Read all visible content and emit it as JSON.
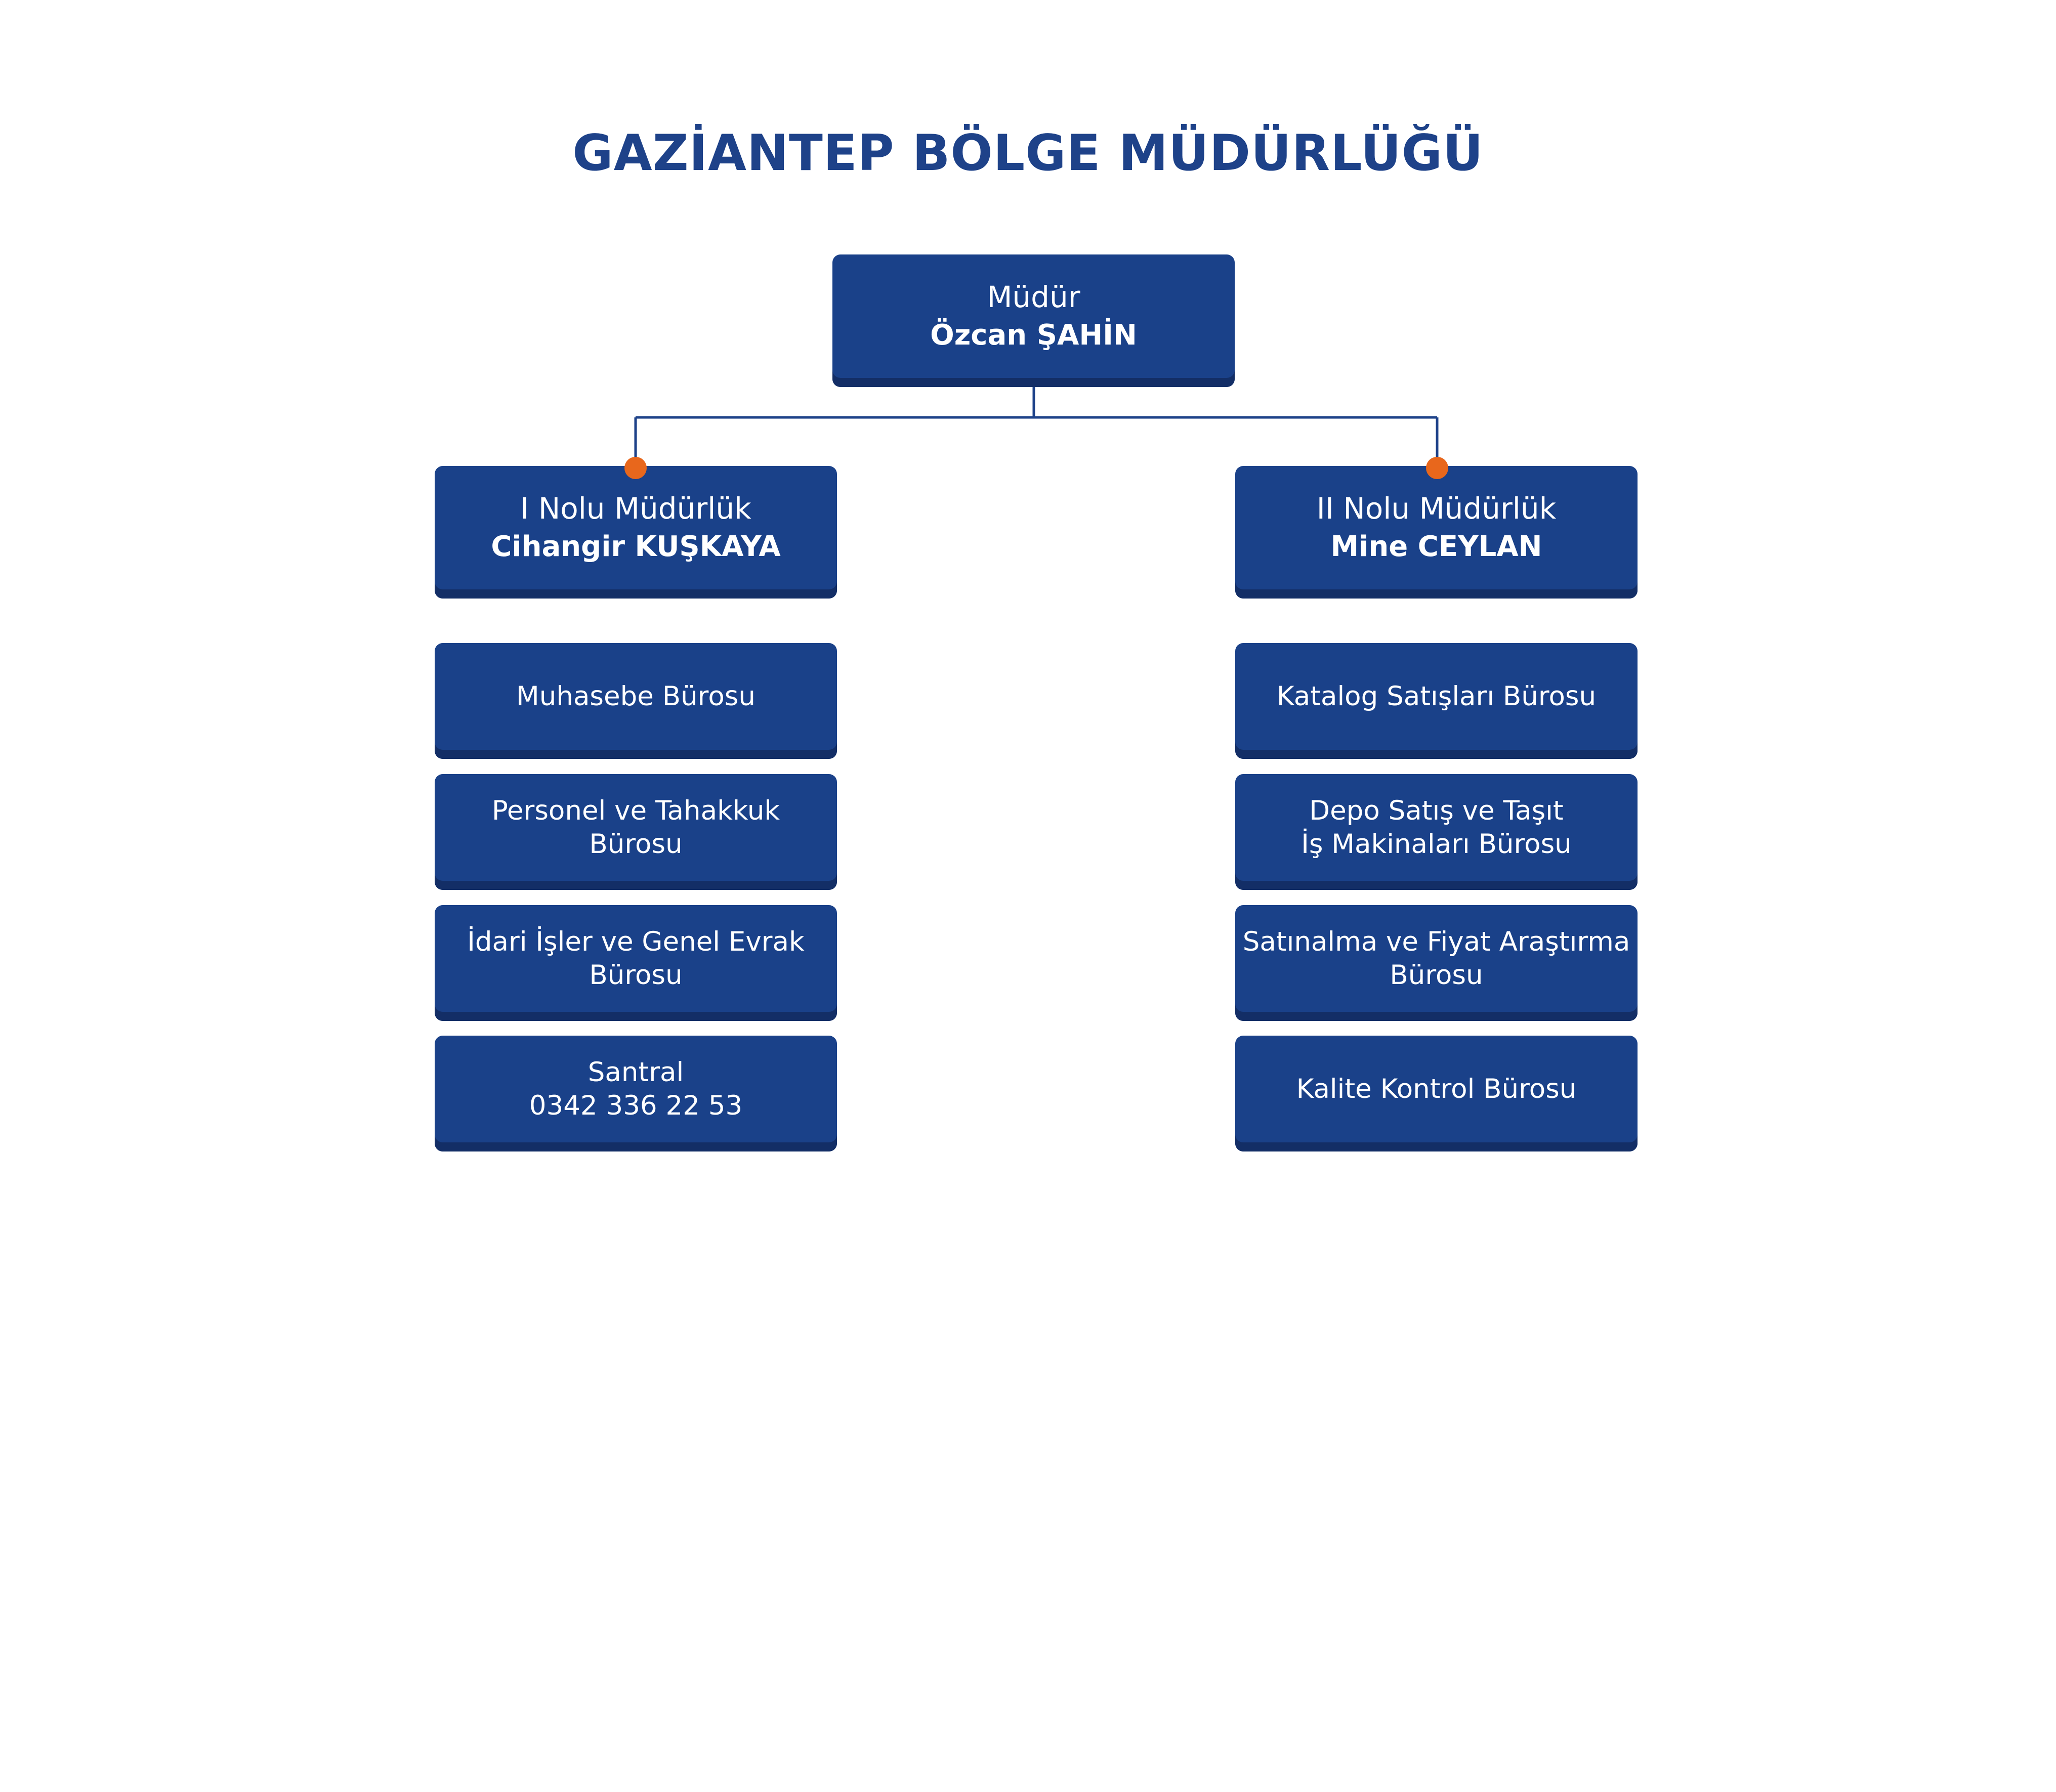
{
  "title": "GAZİANTEP BÖLGE MÜDÜRLÜĞÜ",
  "colors": {
    "box": "#1a4189",
    "box_shadow": "#132e66",
    "title": "#1e4289",
    "connector": "#1e4289",
    "node_dot": "#e8671c",
    "background": "#ffffff"
  },
  "top": {
    "role": "Müdür",
    "person": "Özcan ŞAHİN"
  },
  "left": {
    "role": "I Nolu Müdürlük",
    "person": "Cihangir KUŞKAYA",
    "units": [
      {
        "lines": [
          "Muhasebe Bürosu"
        ]
      },
      {
        "lines": [
          "Personel ve Tahakkuk",
          "Bürosu"
        ]
      },
      {
        "lines": [
          "İdari İşler ve Genel Evrak",
          "Bürosu"
        ]
      },
      {
        "lines": [
          "Santral",
          "0342 336 22 53"
        ]
      }
    ]
  },
  "right": {
    "role": "II Nolu Müdürlük",
    "person": "Mine CEYLAN",
    "units": [
      {
        "lines": [
          "Katalog Satışları Bürosu"
        ]
      },
      {
        "lines": [
          "Depo Satış ve Taşıt",
          "İş Makinaları Bürosu"
        ]
      },
      {
        "lines": [
          "Satınalma ve Fiyat Araştırma",
          "Bürosu"
        ]
      },
      {
        "lines": [
          "Kalite Kontrol Bürosu"
        ]
      }
    ]
  }
}
